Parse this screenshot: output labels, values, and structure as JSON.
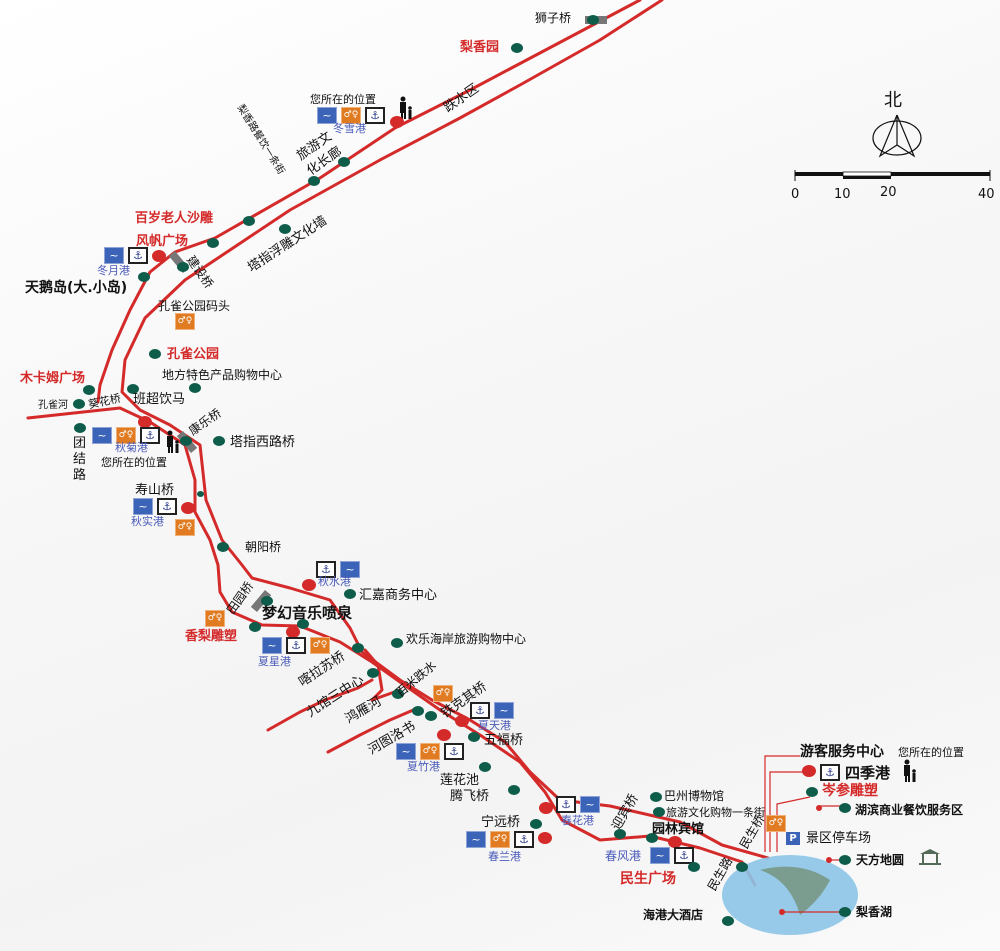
{
  "compass": {
    "north_label": "北"
  },
  "scale": {
    "ticks": [
      "0",
      "10",
      "20",
      "40"
    ]
  },
  "icons": {
    "boat": "boat-icon",
    "wc": "restroom-icon",
    "anchor": "anchor-icon",
    "parking": "P"
  },
  "colors": {
    "river": "#d42a2a",
    "poi_dot": "#0e5c4a",
    "pier_dot": "#d42a2a",
    "pier_text": "#4a5bb8",
    "boat_icon": "#3b63b8",
    "wc_icon": "#e07b22",
    "lake": "#8cc4e6"
  },
  "labels": {
    "shizi_bridge": "狮子桥",
    "lixiang_garden": "梨香园",
    "dieshui_area": "跌水区",
    "you_are_here": "您所在的位置",
    "dongxue_pier": "冬雪港",
    "food_street": "梨香路餐饮一条街",
    "culture_corridor_1": "旅游文",
    "culture_corridor_2": "化长廊",
    "centenarian_sculpture": "百岁老人沙雕",
    "sail_square": "风帆广场",
    "relief_wall": "塔指浮雕文化墙",
    "dongyue_pier": "冬月港",
    "swan_island": "天鹅岛(大.小岛)",
    "jianshe_bridge": "建设桥",
    "peacock_park_dock": "孔雀公园码头",
    "peacock_park": "孔雀公园",
    "local_shopping": "地方特色产品购物中心",
    "muqam_square": "木卡姆广场",
    "banchao": "班超饮马",
    "peacock_river": "孔雀河",
    "kuihua_bridge": "葵花桥",
    "tuanjie_road": "团结路",
    "qiuju_pier": "秋菊港",
    "kangle_bridge": "康乐桥",
    "tazhi_west_bridge": "塔指西路桥",
    "shoushan_bridge": "寿山桥",
    "qiushi_pier": "秋实港",
    "chaoyang_bridge": "朝阳桥",
    "qiushui_pier": "秋水港",
    "huijia_center": "汇嘉商务中心",
    "tianyuan_bridge": "田园桥",
    "fountain": "梦幻音乐喷泉",
    "pear_sculpture": "香梨雕塑",
    "xiaxing_pier": "夏星港",
    "happy_coast": "欢乐海岸旅游购物中心",
    "kalasu_bridge": "喀拉苏桥",
    "nine_halls": "九馆三中心",
    "hundred_meter_fall": "百米跌水",
    "tiekeqi_bridge": "铁克其桥",
    "xiatian_pier": "夏天港",
    "wufu_bridge": "五福桥",
    "hongyan_river": "鸿雁河",
    "hetu_luoshu": "河图洛书",
    "xiazhu_pier": "夏竹港",
    "lotus_pond": "莲花池",
    "tengfei_bridge": "腾飞桥",
    "chunhua_pier": "春花港",
    "ningyuan_bridge": "宁远桥",
    "chunlan_pier": "春兰港",
    "bazhou_museum": "巴州博物馆",
    "culture_shopping_street": "旅游文化购物一条街",
    "yingbin_bridge": "迎宾桥",
    "garden_hotel": "园林宾馆",
    "chunfeng_pier": "春风港",
    "minsheng_square": "民生广场",
    "minsheng_bridge": "民生桥",
    "minsheng_road": "民生路",
    "harbor_hotel": "海港大酒店",
    "visitor_center": "游客服务中心",
    "siji_pier": "四季港",
    "cencan_sculpture": "岑参雕塑",
    "lakeside_dining": "湖滨商业餐饮服务区",
    "parking_lot": "景区停车场",
    "tianfang_diyuan": "天方地圆",
    "lixiang_lake": "梨香湖"
  }
}
